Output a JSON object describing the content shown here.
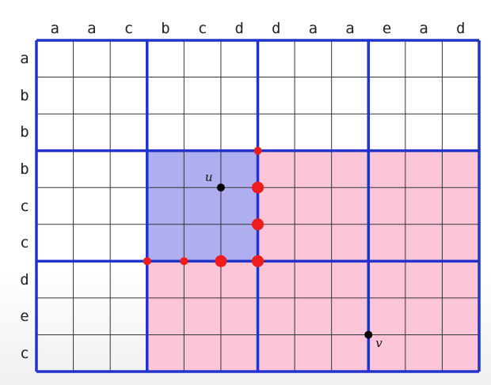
{
  "diagram": {
    "column_labels": [
      "a",
      "a",
      "c",
      "b",
      "c",
      "d",
      "d",
      "a",
      "a",
      "e",
      "a",
      "d"
    ],
    "row_labels": [
      "a",
      "b",
      "b",
      "b",
      "c",
      "c",
      "d",
      "e",
      "c"
    ],
    "grid": {
      "columns": 12,
      "rows": 9,
      "thick_column_boundaries": [
        0,
        3,
        6,
        9,
        12
      ],
      "thick_row_boundaries": [
        0,
        3,
        6,
        9
      ]
    },
    "regions": [
      {
        "name": "blue-region",
        "color": "#aeaef0",
        "col_range": [
          3,
          6
        ],
        "row_range": [
          3,
          6
        ]
      },
      {
        "name": "pink-region-right",
        "color": "#fcc6d8",
        "col_range": [
          6,
          12
        ],
        "row_range": [
          3,
          9
        ]
      },
      {
        "name": "pink-region-bottom",
        "color": "#fcc6d8",
        "col_range": [
          3,
          6
        ],
        "row_range": [
          6,
          9
        ]
      }
    ],
    "points": [
      {
        "label": "u",
        "col": 5,
        "row": 4
      },
      {
        "label": "v",
        "col": 9,
        "row": 8
      }
    ],
    "red_dots": [
      {
        "col": 6,
        "row": 3,
        "size": "small"
      },
      {
        "col": 6,
        "row": 4,
        "size": "large"
      },
      {
        "col": 6,
        "row": 5,
        "size": "large"
      },
      {
        "col": 6,
        "row": 6,
        "size": "large"
      },
      {
        "col": 5,
        "row": 6,
        "size": "large"
      },
      {
        "col": 4,
        "row": 6,
        "size": "small"
      },
      {
        "col": 3,
        "row": 6,
        "size": "small"
      }
    ],
    "colors": {
      "thick_line": "#2233cc",
      "thin_line": "#333333",
      "red_dot": "#ee1c1c",
      "black_dot": "#000000"
    }
  }
}
